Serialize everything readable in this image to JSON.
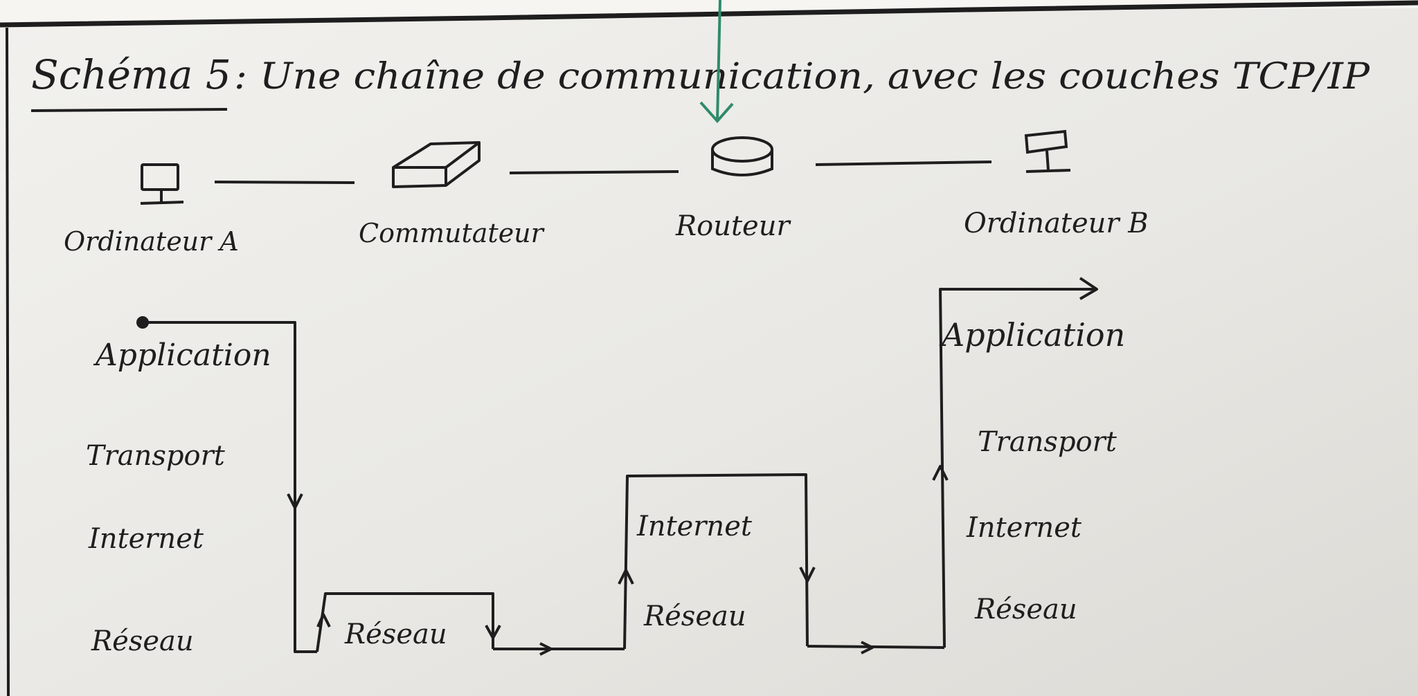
{
  "title": {
    "prefix": "Schéma 5",
    "rest": ": Une chaîne de communication, avec les couches TCP/IP"
  },
  "devices": [
    {
      "label": "Ordinateur A",
      "icon": "computer-icon"
    },
    {
      "label": "Commutateur",
      "icon": "switch-icon"
    },
    {
      "label": "Routeur",
      "icon": "router-icon"
    },
    {
      "label": "Ordinateur B",
      "icon": "computer-icon"
    }
  ],
  "stacks": {
    "computer_a": [
      "Application",
      "Transport",
      "Internet",
      "Réseau"
    ],
    "switch": [
      "Réseau"
    ],
    "router": [
      "Internet",
      "Réseau"
    ],
    "computer_b": [
      "Application",
      "Transport",
      "Internet",
      "Réseau"
    ]
  },
  "colors": {
    "ink": "#1e1e1e",
    "marker": "#2f8a6b",
    "paper": "#eceae5"
  }
}
